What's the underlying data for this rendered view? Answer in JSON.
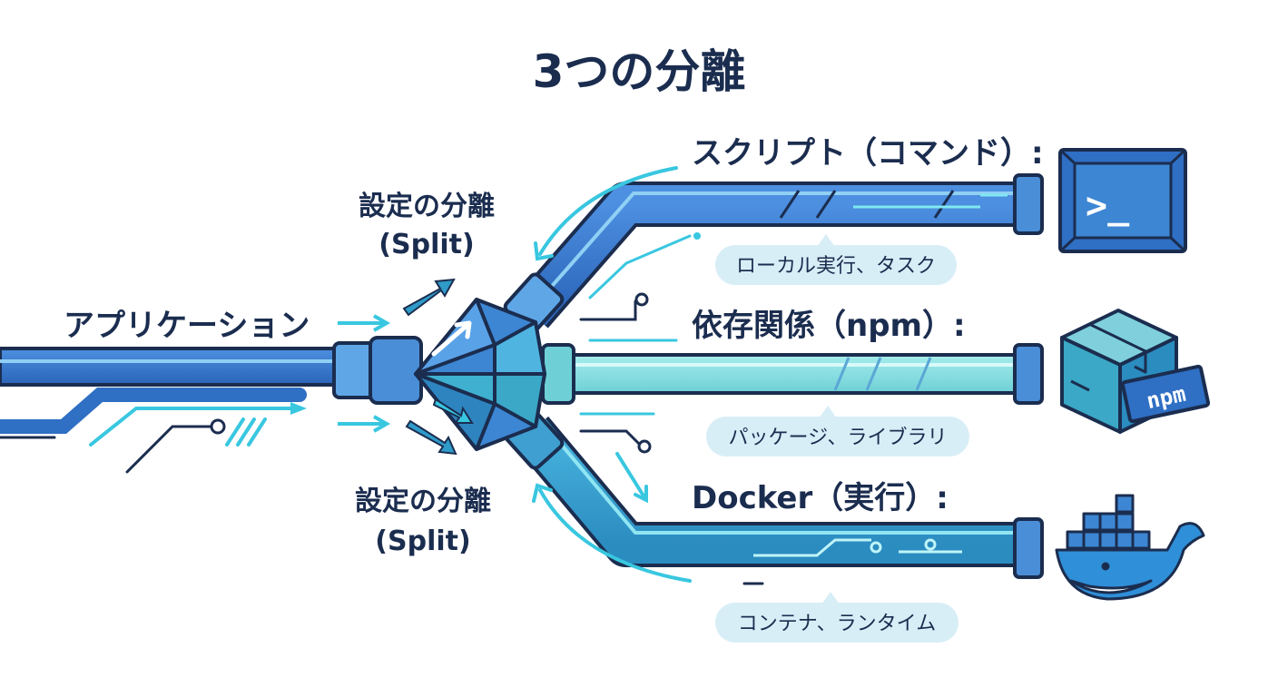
{
  "title": "3つの分離",
  "input": {
    "label": "アプリケーション"
  },
  "split_top": {
    "line1": "設定の分離",
    "line2": "(Split)"
  },
  "split_bottom": {
    "line1": "設定の分離",
    "line2": "(Split)"
  },
  "outputs": [
    {
      "label": "スクリプト（コマンド）:",
      "desc": "ローカル実行、タスク",
      "icon": "terminal-icon",
      "color": "#2f6fc4"
    },
    {
      "label": "依存関係（npm）:",
      "desc": "パッケージ、ライブラリ",
      "icon": "npm-package-icon",
      "color": "#7fdcdc"
    },
    {
      "label": "Docker（実行）:",
      "desc": "コンテナ、ランタイム",
      "icon": "docker-whale-icon",
      "color": "#2f9bc9"
    }
  ],
  "npm_badge": "npm",
  "terminal_prompt": ">_",
  "colors": {
    "navy": "#1b2d4f",
    "blue": "#2f6fc4",
    "cyan": "#39c7e0",
    "teal": "#7fdcdc",
    "pill": "#d8eef7"
  }
}
